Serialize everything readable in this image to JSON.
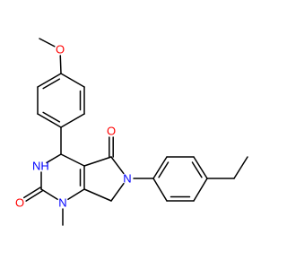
{
  "molecule": {
    "colors": {
      "bond": "#000000",
      "oxygen": "#ff0000",
      "nitrogen": "#0000ff",
      "carbon": "#000000"
    },
    "atoms": [
      {
        "id": "O_methoxy",
        "label": "O",
        "element": "O"
      },
      {
        "id": "O_ketone",
        "label": "O",
        "element": "O"
      },
      {
        "id": "O_urea",
        "label": "O",
        "element": "O"
      },
      {
        "id": "N_amide_ring",
        "label": "N",
        "element": "N"
      },
      {
        "id": "N_methyl",
        "label": "N",
        "element": "N"
      },
      {
        "id": "NH",
        "label": "NH",
        "element": "N"
      }
    ]
  }
}
